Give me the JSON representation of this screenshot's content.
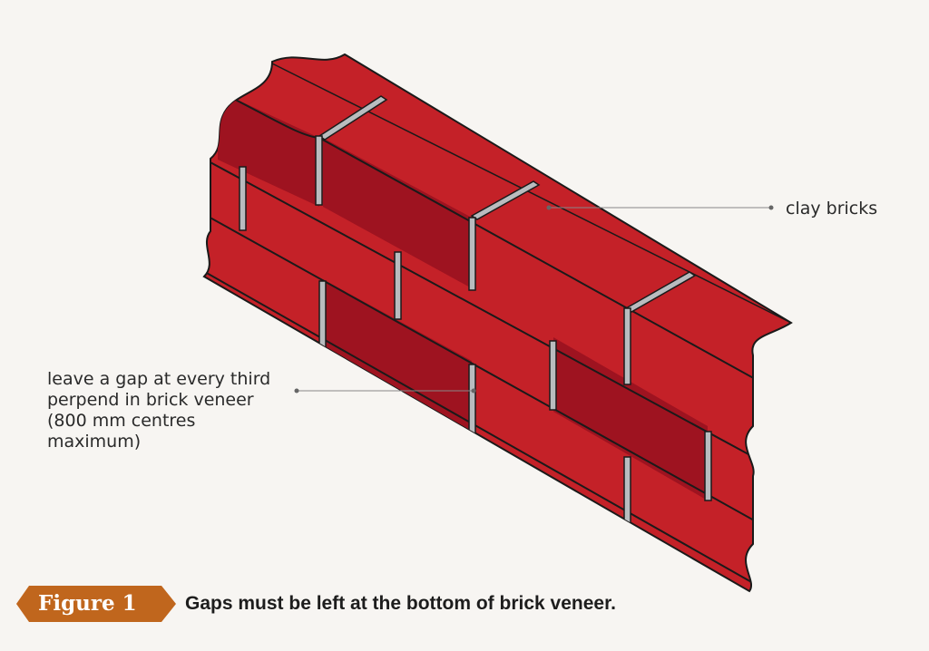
{
  "diagram": {
    "labels": {
      "clay_bricks": "clay bricks",
      "gap_note": "leave a gap at every third perpend in brick veneer (800 mm centres maximum)"
    },
    "colors": {
      "brick": "#c42128",
      "brick_dark": "#9e1320",
      "mortar_gap": "#b9bcbf",
      "outline": "#1a1a1a",
      "leader_line": "#888888"
    }
  },
  "figure": {
    "badge": "Figure 1",
    "badge_color": "#c0661d",
    "caption": "Gaps must be left at the bottom of brick veneer."
  }
}
